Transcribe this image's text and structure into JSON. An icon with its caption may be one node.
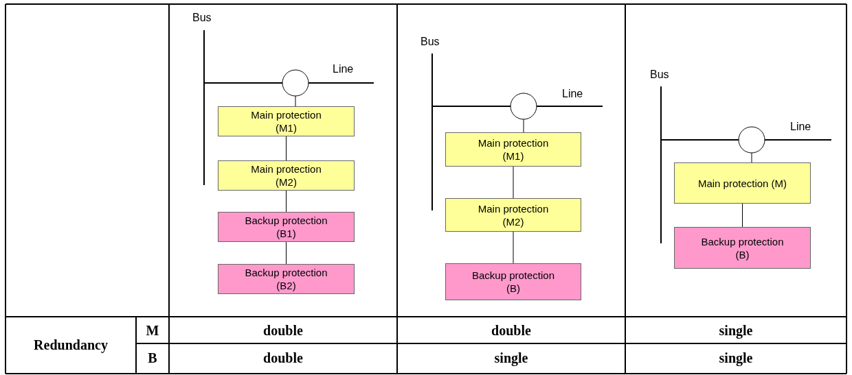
{
  "diagram": {
    "nodes": [
      {
        "text": [],
        "shape": "circle"
      },
      {
        "text": [
          "Main protection (M1)"
        ]
      },
      {
        "text": [
          "Main protection (M2)"
        ]
      },
      {
        "text": [
          "Backup protection (B1)"
        ]
      },
      {
        "text": [
          "Backup protection (B2)"
        ]
      },
      {
        "text": [],
        "shape": "circle"
      },
      {
        "text": [
          "Main protection (M1)"
        ]
      },
      {
        "text": [
          "Main protection (M2)"
        ]
      },
      {
        "text": [
          "Backup protection (B)"
        ]
      },
      {
        "text": [],
        "shape": "circle"
      },
      {
        "text": [
          "Main protection (M)"
        ]
      },
      {
        "text": [
          "Backup protection (B)"
        ]
      }
    ],
    "edges": [
      {
        "from": 0,
        "to": 1,
        "arrow": "none"
      },
      {
        "from": 1,
        "to": 2,
        "arrow": "none"
      },
      {
        "from": 2,
        "to": 3,
        "arrow": "none"
      },
      {
        "from": 3,
        "to": 4,
        "arrow": "none"
      },
      {
        "from": 5,
        "to": 6,
        "arrow": "none"
      },
      {
        "from": 6,
        "to": 7,
        "arrow": "none"
      },
      {
        "from": 7,
        "to": 8,
        "arrow": "none"
      },
      {
        "from": 9,
        "to": 10,
        "arrow": "none"
      },
      {
        "from": 10,
        "to": 11,
        "arrow": "none"
      }
    ],
    "labels": [
      "Bus",
      "Line",
      "Bus",
      "Line",
      "Bus",
      "Line",
      "Redundancy",
      "M",
      "double",
      "double",
      "single",
      "B",
      "double",
      "single",
      "single"
    ]
  }
}
